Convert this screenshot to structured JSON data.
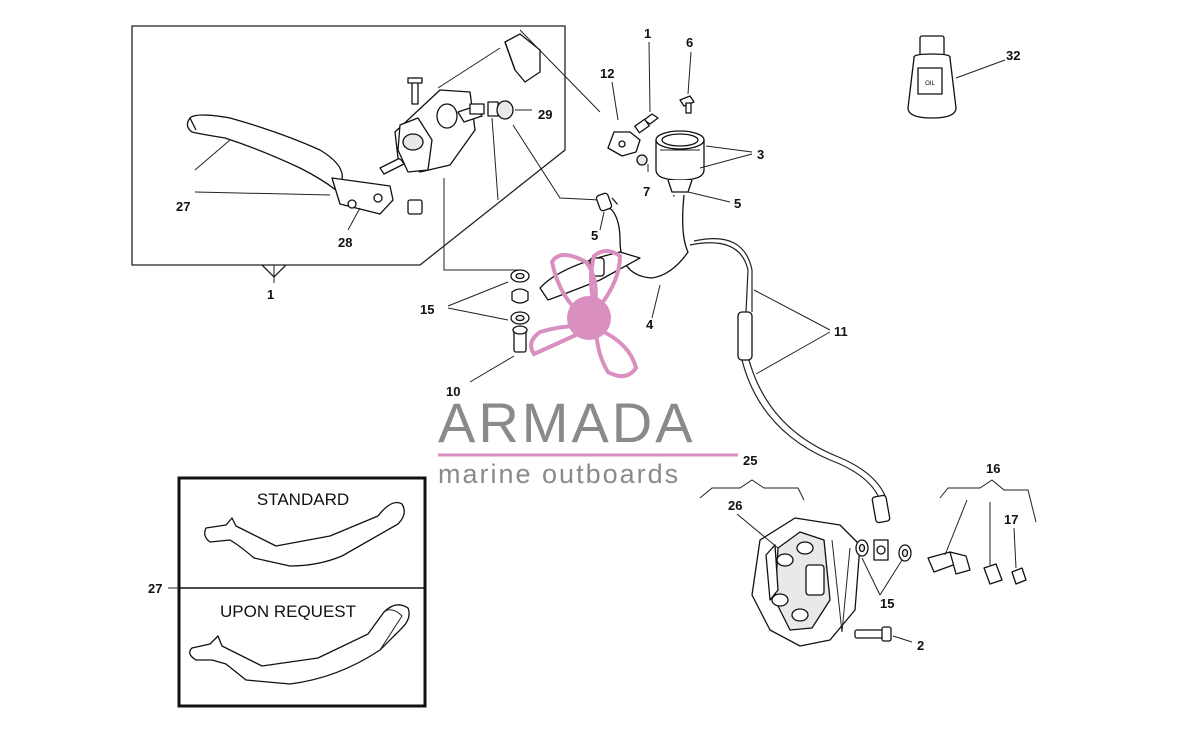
{
  "callouts": {
    "n1_box": "1",
    "n1_bolt": "1",
    "n2": "2",
    "n3": "3",
    "n4": "4",
    "n5_right": "5",
    "n5_left": "5",
    "n6": "6",
    "n7": "7",
    "n10": "10",
    "n11": "11",
    "n12": "12",
    "n15_upper": "15",
    "n15_lower": "15",
    "n16": "16",
    "n17": "17",
    "n25": "25",
    "n26": "26",
    "n27_top": "27",
    "n27_bottom": "27",
    "n28": "28",
    "n29": "29",
    "n32": "32"
  },
  "lever_options": {
    "standard_label": "STANDARD",
    "request_label": "UPON REQUEST"
  },
  "bottle_label": "OIL",
  "watermark": {
    "brand": "ARMADA",
    "tagline": "marine outboards",
    "color": "#d98fbf"
  }
}
